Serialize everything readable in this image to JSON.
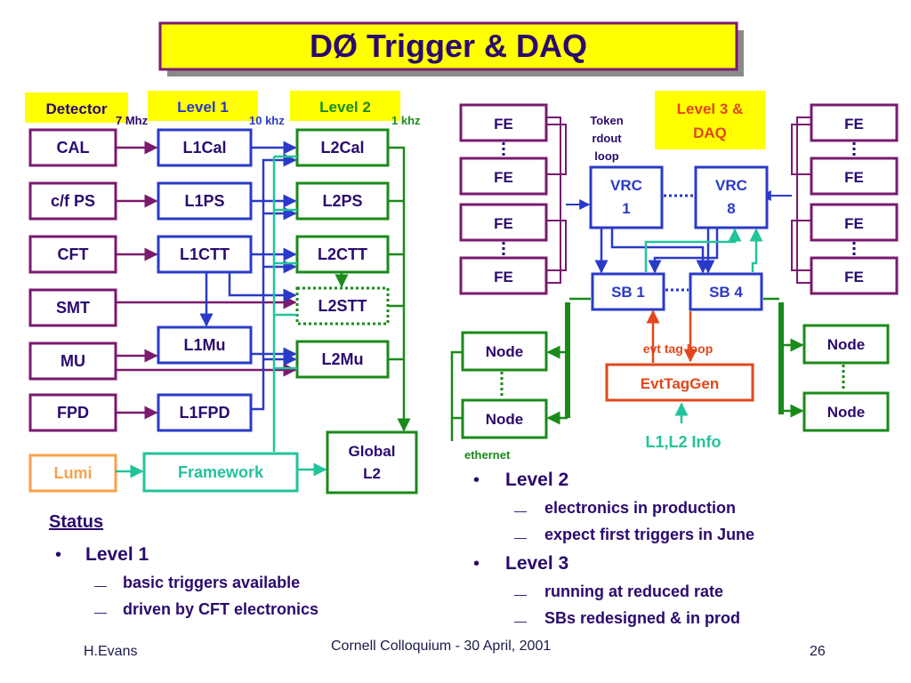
{
  "title": "DØ Trigger & DAQ",
  "left_headers": {
    "detector": "Detector",
    "level1": "Level 1",
    "level2": "Level 2"
  },
  "rates": {
    "r1": "7 Mhz",
    "r2": "10 khz",
    "r3": "1 khz"
  },
  "detectors": [
    "CAL",
    "c/f PS",
    "CFT",
    "SMT",
    "MU",
    "FPD"
  ],
  "lumi": "Lumi",
  "level1_boxes": [
    "L1Cal",
    "L1PS",
    "L1CTT",
    "L1Mu",
    "L1FPD"
  ],
  "level2_boxes": [
    "L2Cal",
    "L2PS",
    "L2CTT",
    "L2STT",
    "L2Mu"
  ],
  "framework": "Framework",
  "global_l2": {
    "line1": "Global",
    "line2": "L2"
  },
  "level3": {
    "header_line1": "Level 3 &",
    "header_line2": "DAQ",
    "fe": "FE",
    "token_line1": "Token",
    "token_line2": "rdout",
    "token_line3": "loop",
    "vrc_left": {
      "line1": "VRC",
      "line2": "1"
    },
    "vrc_right": {
      "line1": "VRC",
      "line2": "8"
    },
    "sb_left": "SB 1",
    "sb_right": "SB 4",
    "node": "Node",
    "evt_loop": "evt tag loop",
    "evttaggen": "EvtTagGen",
    "l1l2info": "L1,L2 Info",
    "ethernet": "ethernet"
  },
  "status": {
    "heading": "Status",
    "level1": {
      "label": "Level 1",
      "items": [
        "basic triggers available",
        "driven by CFT electronics"
      ]
    },
    "level2": {
      "label": "Level 2",
      "items": [
        "electronics in production",
        "expect first triggers in June"
      ]
    },
    "level3": {
      "label": "Level 3",
      "items": [
        "running at reduced rate",
        "SBs redesigned & in prod"
      ]
    }
  },
  "footer": {
    "author": "H.Evans",
    "event": "Cornell Colloquium - 30 April, 2001",
    "page": "26"
  },
  "colors": {
    "navy": "#2a0a6e",
    "purple": "#7a1a6e",
    "blue": "#2a3ac8",
    "green": "#1a8a1a",
    "teal": "#22c39a",
    "orange_red": "#e2461a",
    "yellow": "#ffff00",
    "lumi_orange": "#f7a14a"
  }
}
